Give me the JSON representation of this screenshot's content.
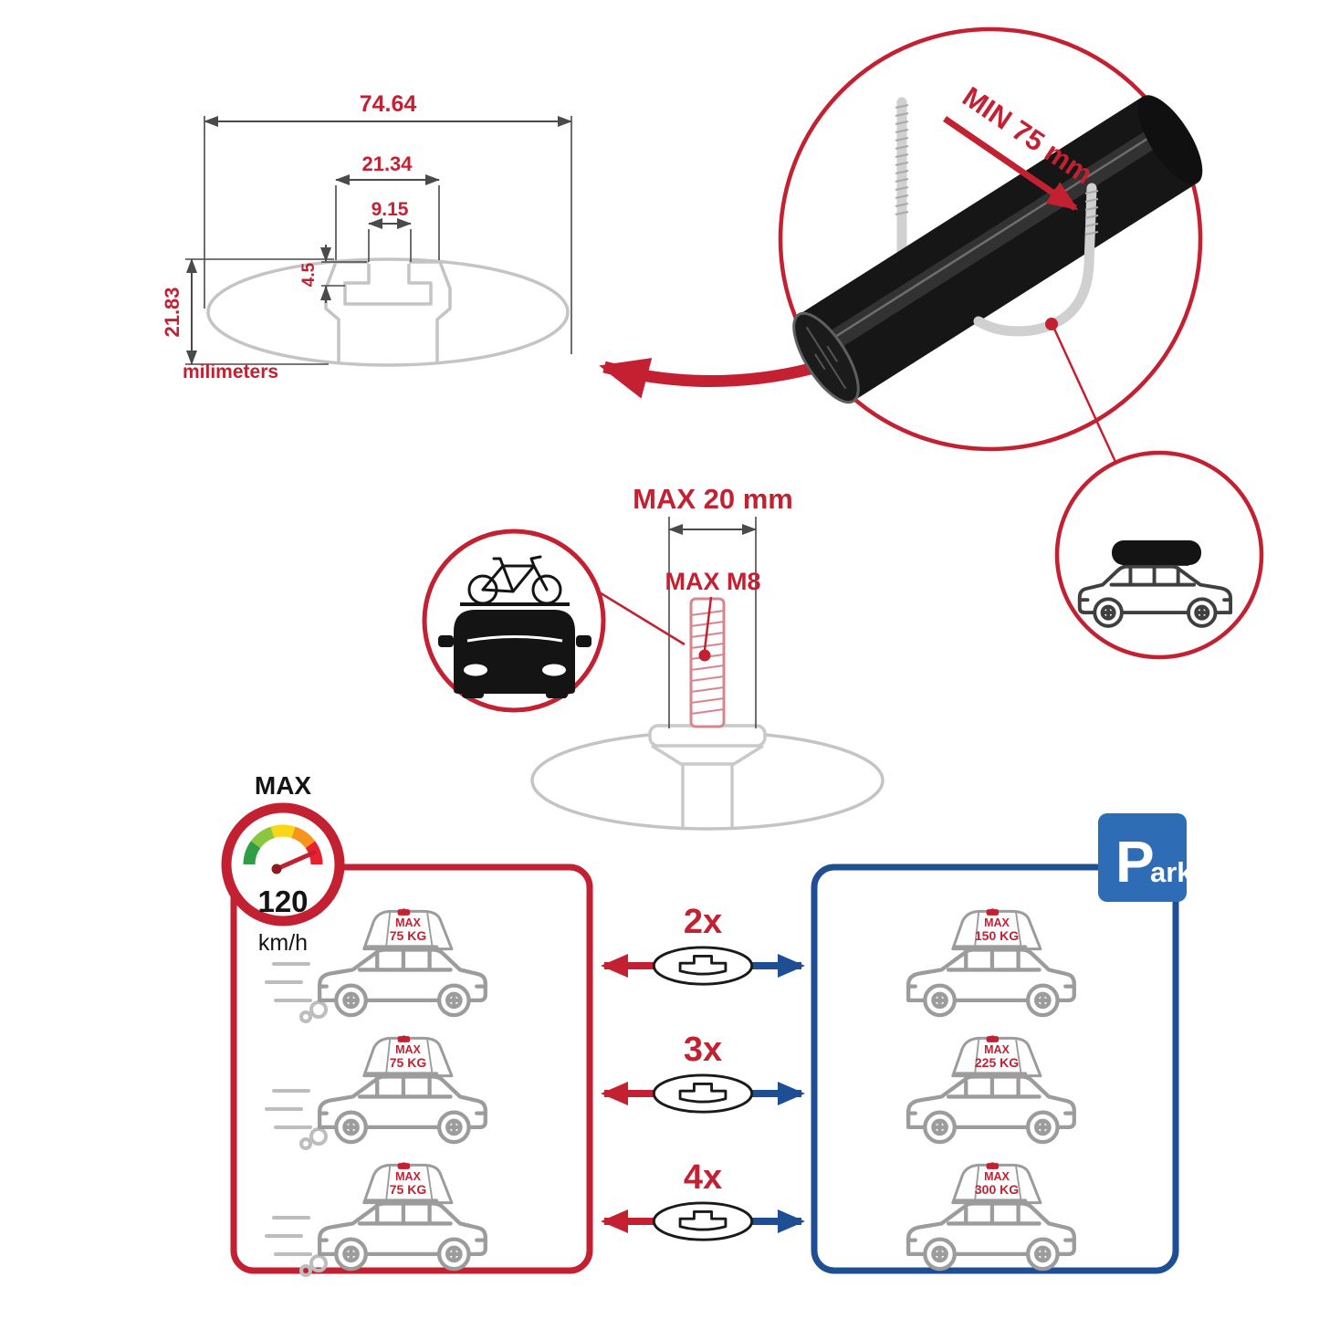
{
  "colors": {
    "red": "#c32132",
    "blue": "#1e4f94",
    "park_blue": "#2e6db6",
    "line_gray": "#c9c9c9",
    "car_gray": "#9c9c9c",
    "black": "#141414",
    "gauge_segments": [
      "#2f9e44",
      "#8cc63e",
      "#f9d616",
      "#f7941e",
      "#e8212e"
    ]
  },
  "dim_drawing": {
    "total_width": "74.64",
    "channel_width": "21.34",
    "slot_width": "9.15",
    "slot_depth": "4.5",
    "total_height": "21.83",
    "units": "milimeters"
  },
  "clamp_inset": {
    "min_gap": "MIN 75 mm"
  },
  "bolt_diagram": {
    "max_length": "MAX 20 mm",
    "max_thread": "MAX M8"
  },
  "speed_gauge": {
    "title": "MAX",
    "value": "120",
    "unit": "km/h"
  },
  "driving_panel": {
    "cars": [
      {
        "max": "MAX",
        "load": "75 KG"
      },
      {
        "max": "MAX",
        "load": "75 KG"
      },
      {
        "max": "MAX",
        "load": "75 KG"
      }
    ]
  },
  "parked_panel": {
    "cars": [
      {
        "max": "MAX",
        "load": "150 KG"
      },
      {
        "max": "MAX",
        "load": "225 KG"
      },
      {
        "max": "MAX",
        "load": "300 KG"
      }
    ]
  },
  "quantities": [
    {
      "label": "2x"
    },
    {
      "label": "3x"
    },
    {
      "label": "4x"
    }
  ],
  "park_sign": {
    "letter": "P",
    "rest": "ark"
  }
}
